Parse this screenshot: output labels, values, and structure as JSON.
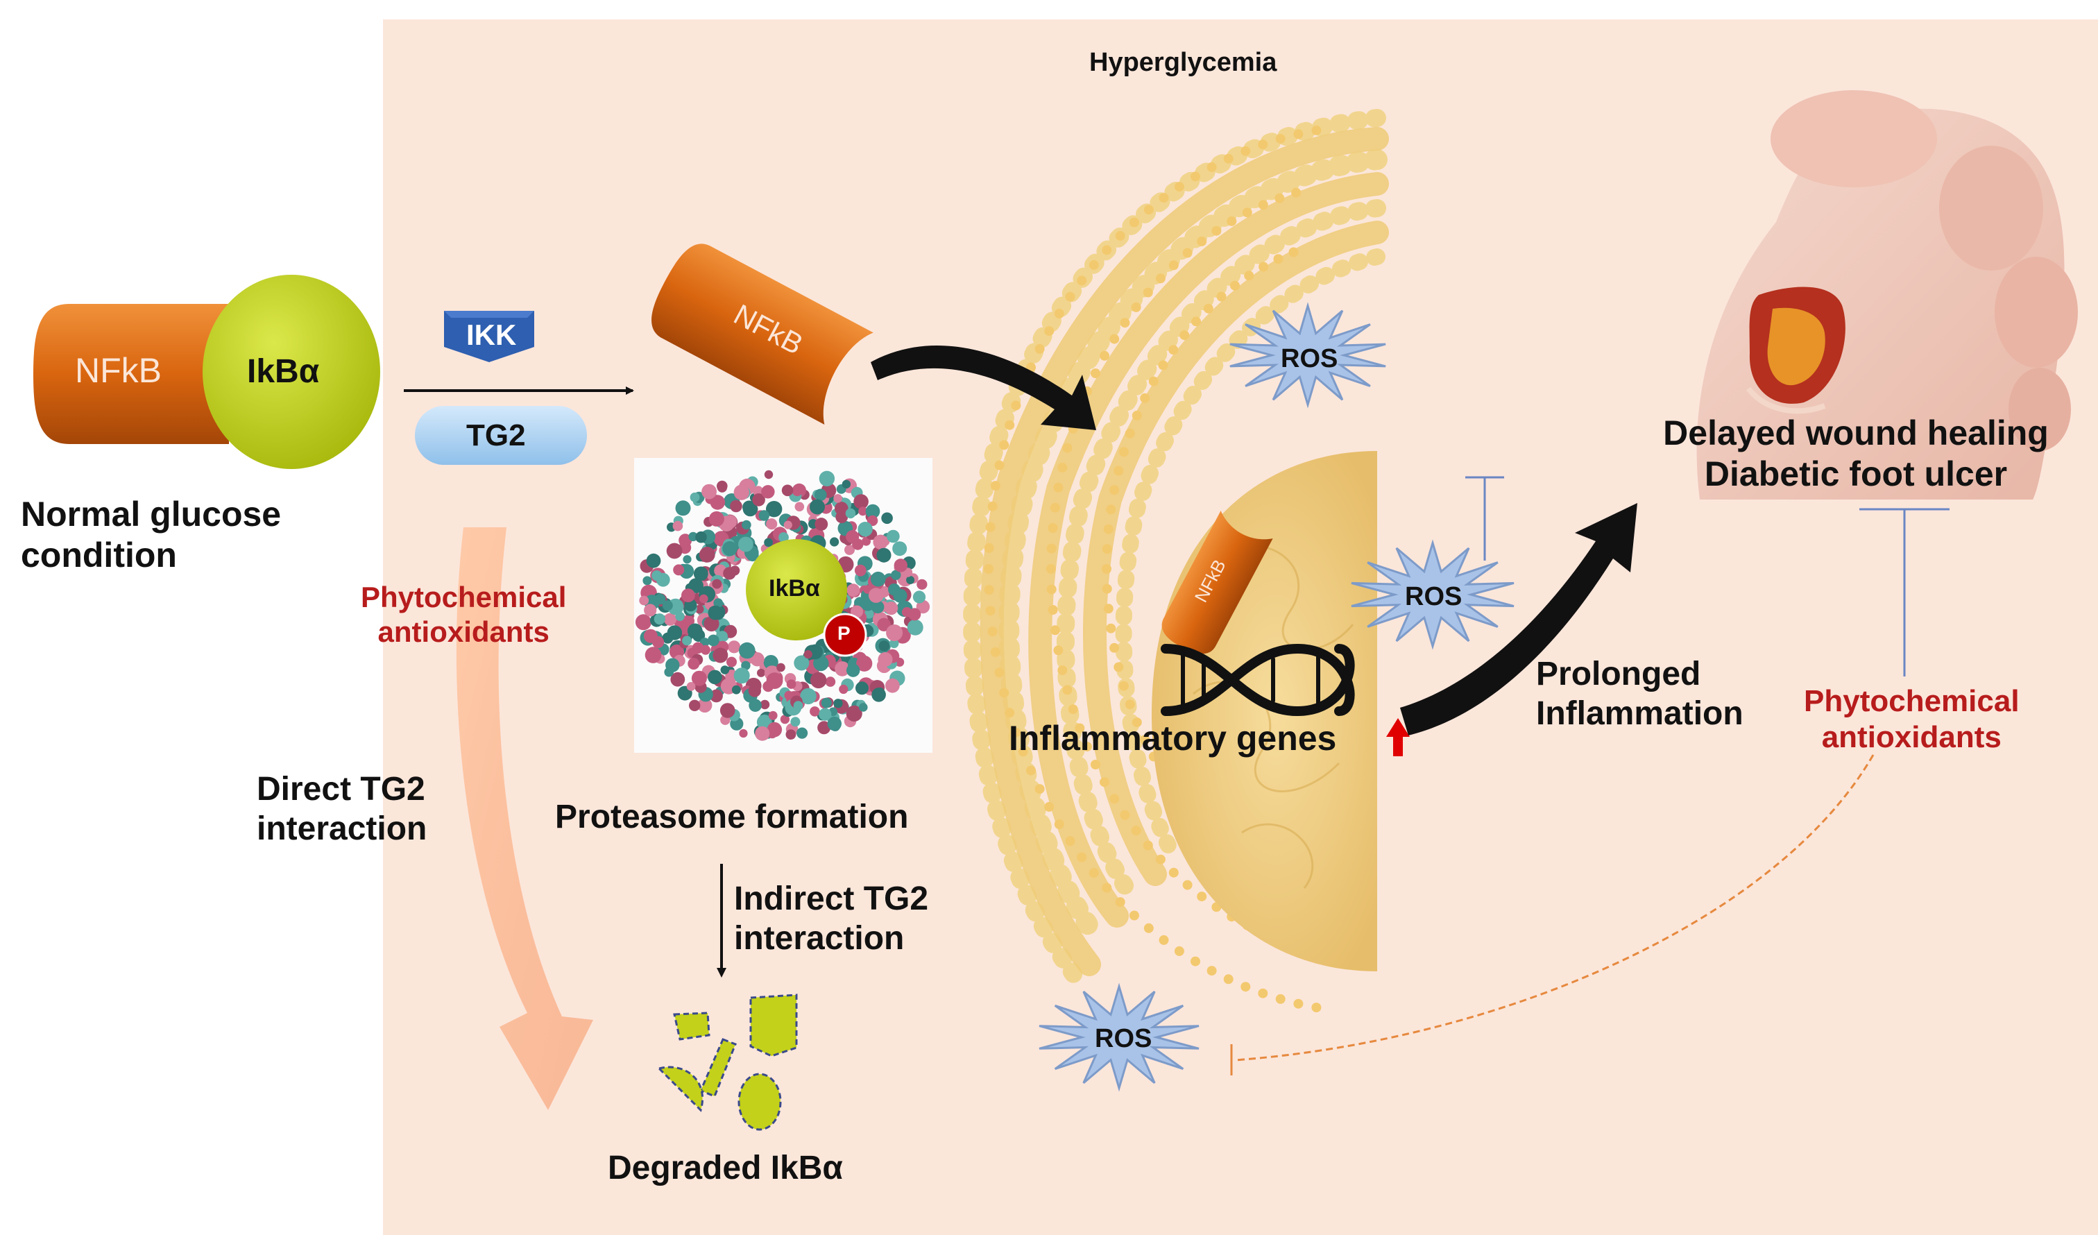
{
  "title": "Hyperglycemia",
  "labels": {
    "nfkb_complex": "NFkB",
    "ikba_complex": "IkBα",
    "normal_glucose": [
      "Normal glucose",
      "condition"
    ],
    "ikk": "IKK",
    "tg2": "TG2",
    "nfkb_free": "NFkB",
    "ikba_proteasome": "IkBα",
    "phospho": "P",
    "proteasome_formation": "Proteasome formation",
    "phytochemical_left": [
      "Phytochemical",
      "antioxidants"
    ],
    "direct_tg2": [
      "Direct TG2",
      "interaction"
    ],
    "indirect_tg2": [
      "Indirect TG2",
      "interaction"
    ],
    "degraded_ikba": "Degraded IkBα",
    "ros_top": "ROS",
    "ros_mid": "ROS",
    "ros_bottom": "ROS",
    "nfkb_nucleus": "NFkB",
    "inflammatory_genes": "Inflammatory genes",
    "prolonged_inflammation": [
      "Prolonged",
      "Inflammation"
    ],
    "outcome": [
      "Delayed wound healing",
      "Diabetic foot ulcer"
    ],
    "phytochemical_right": [
      "Phytochemical",
      "antioxidants"
    ]
  },
  "colors": {
    "background_panel": "#fbe6da",
    "nfkb_orange": "#d9650f",
    "ikba_green": "#c3d11a",
    "ikk_blue": "#2e5fb0",
    "tg2_blue": "#a9cff0",
    "ros_star": "#a9c3e8",
    "antioxidant_red": "#b71c1c",
    "er_yellow": "#f1d58e"
  }
}
